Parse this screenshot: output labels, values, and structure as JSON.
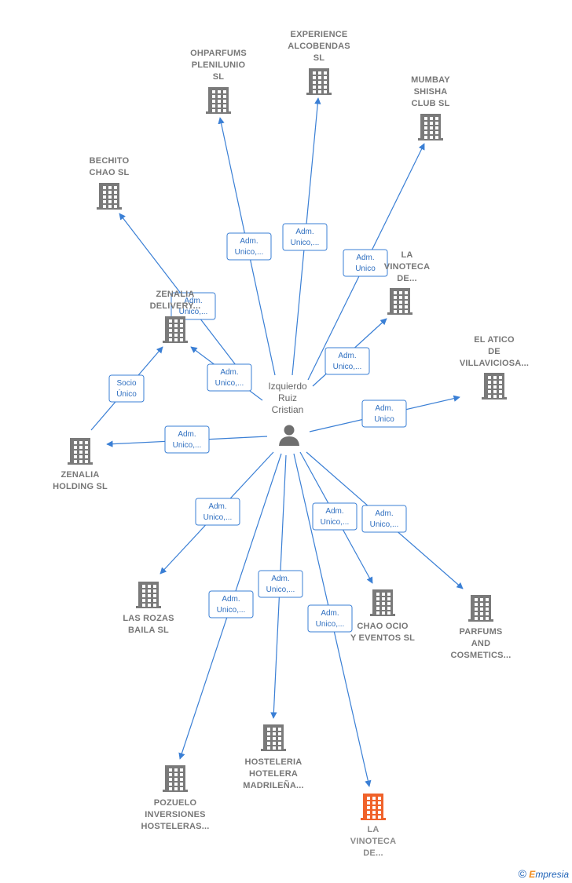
{
  "center": {
    "name_lines": [
      "Izquierdo",
      "Ruiz",
      "Cristian"
    ],
    "icon": "person-icon"
  },
  "colors": {
    "edge": "#3a7fd5",
    "building": "#7a7a7a",
    "highlight": "#f0622a"
  },
  "companies": [
    {
      "id": "ohparfums",
      "lines": [
        "OHPARFUMS",
        "PLENILUNIO",
        "SL"
      ],
      "role": [
        "Adm.",
        "Unico,..."
      ]
    },
    {
      "id": "experience",
      "lines": [
        "EXPERIENCE",
        "ALCOBENDAS",
        "SL"
      ],
      "role": [
        "Adm.",
        "Unico,..."
      ]
    },
    {
      "id": "mumbay",
      "lines": [
        "MUMBAY",
        "SHISHA",
        "CLUB  SL"
      ],
      "role": [
        "Adm.",
        "Unico"
      ]
    },
    {
      "id": "bechito",
      "lines": [
        "BECHITO",
        "CHAO  SL"
      ],
      "role": [
        "Adm.",
        "Unico,..."
      ]
    },
    {
      "id": "lavinoteca_top",
      "lines": [
        "LA",
        "VINOTECA",
        "DE..."
      ],
      "role": [
        "Adm.",
        "Unico,..."
      ]
    },
    {
      "id": "zenalia_delivery",
      "lines": [
        "ZENALIA",
        "DELIVERY..."
      ],
      "role": [
        "Adm.",
        "Unico,..."
      ]
    },
    {
      "id": "elatico",
      "lines": [
        "EL ATICO",
        "DE",
        "VILLAVICIOSA..."
      ],
      "role": [
        "Adm.",
        "Unico"
      ]
    },
    {
      "id": "zenalia_holding",
      "lines": [
        "ZENALIA",
        "HOLDING  SL"
      ],
      "role": [
        "Adm.",
        "Unico,..."
      ]
    },
    {
      "id": "lasrozas",
      "lines": [
        "LAS ROZAS",
        "BAILA  SL"
      ],
      "role": [
        "Adm.",
        "Unico,..."
      ]
    },
    {
      "id": "chaoocio",
      "lines": [
        "CHAO OCIO",
        "Y EVENTOS  SL"
      ],
      "role": [
        "Adm.",
        "Unico,..."
      ]
    },
    {
      "id": "parfums",
      "lines": [
        "PARFUMS",
        "AND",
        "COSMETICS..."
      ],
      "role": [
        "Adm.",
        "Unico,..."
      ]
    },
    {
      "id": "pozuelo",
      "lines": [
        "POZUELO",
        "INVERSIONES",
        "HOSTELERAS..."
      ],
      "role": [
        "Adm.",
        "Unico,..."
      ]
    },
    {
      "id": "hosteleria",
      "lines": [
        "HOSTELERIA",
        "HOTELERA",
        "MADRILEÑA..."
      ],
      "role": [
        "Adm.",
        "Unico,..."
      ]
    },
    {
      "id": "lavinoteca_main",
      "lines": [
        "LA",
        "VINOTECA",
        "DE..."
      ],
      "role": [
        "Adm.",
        "Unico,..."
      ],
      "highlight": true
    }
  ],
  "extra_relation": {
    "from": "zenalia_holding",
    "to": "zenalia_delivery",
    "role": [
      "Socio",
      "Único"
    ]
  },
  "footer": {
    "copyright": "©",
    "brand_initial": "E",
    "brand_rest": "mpresia"
  }
}
